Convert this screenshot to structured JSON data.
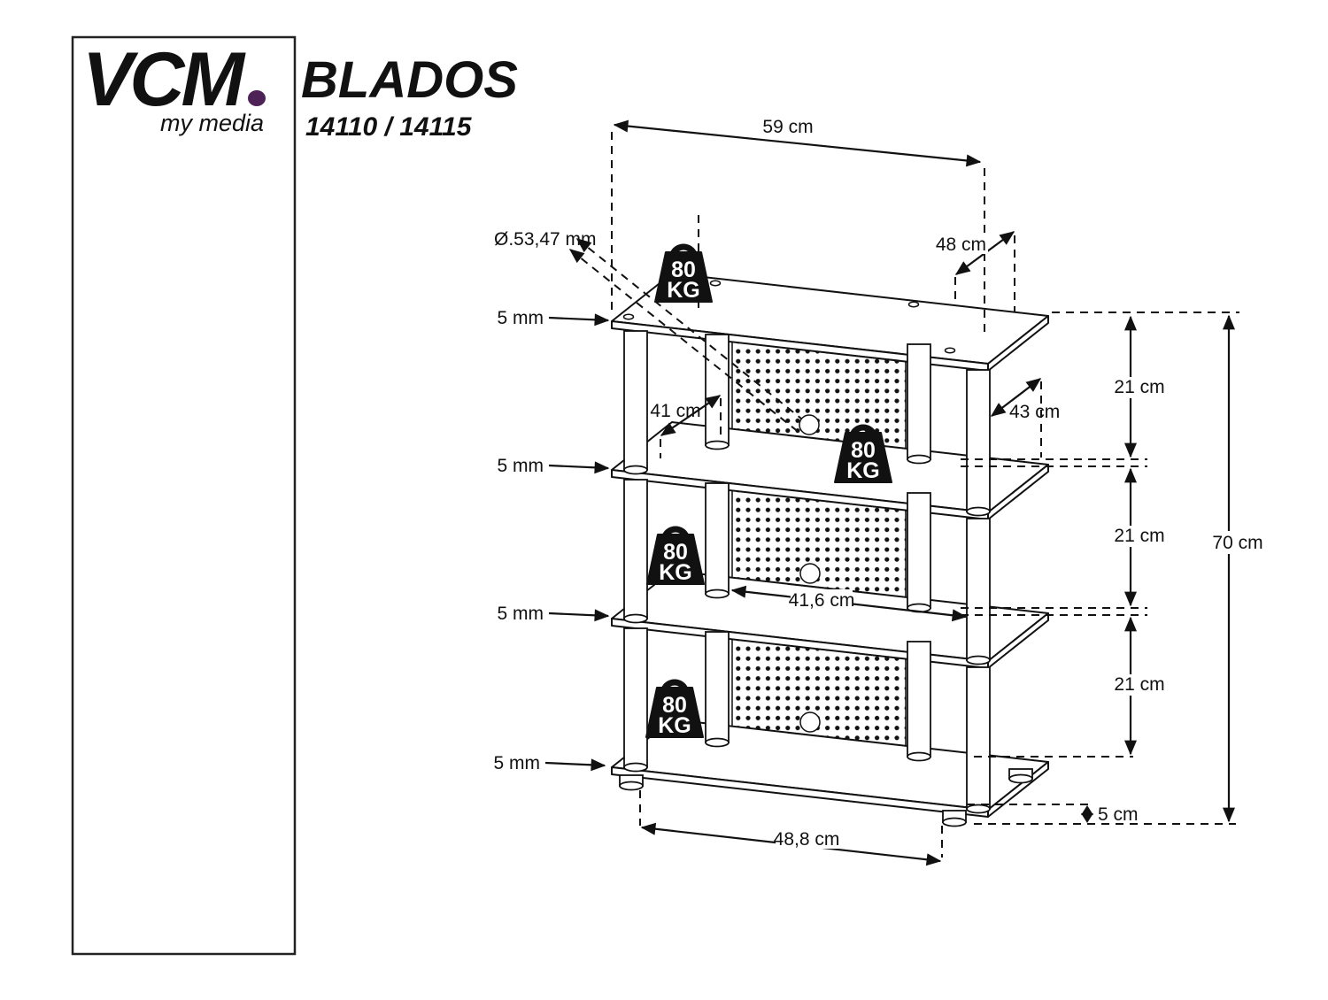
{
  "logo": {
    "brand": "VCM",
    "tagline": "my media"
  },
  "title": {
    "product": "BLADOS",
    "models": "14110 / 14115"
  },
  "dimensions": {
    "top_width": "59 cm",
    "top_depth": "48 cm",
    "hole_diameter": "Ø.53,47 mm",
    "shelf_thickness": "5 mm",
    "inner_depth": "41 cm",
    "shelf_depth": "43 cm",
    "shelf_gap": "21 cm",
    "total_height": "70 cm",
    "inner_width": "41,6 cm",
    "bottom_width": "48,8 cm",
    "foot_height": "5 cm"
  },
  "weight_capacity": {
    "value": "80",
    "unit": "KG"
  },
  "colors": {
    "brand_purple": "#4e2257",
    "line": "#111111"
  }
}
